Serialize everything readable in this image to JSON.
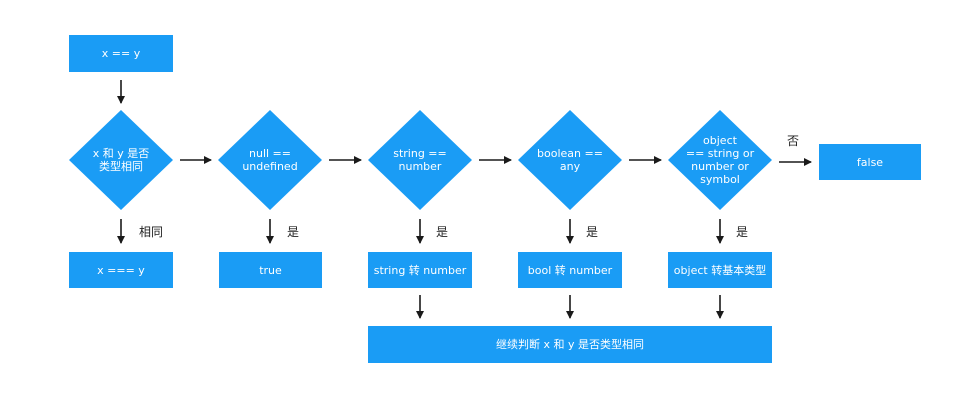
{
  "colors": {
    "node_fill": "#1a9cf5",
    "node_text": "#ffffff",
    "arrow": "#1a1a1a",
    "label": "#222222"
  },
  "nodes": {
    "start": "x == y",
    "decision_same_type": "x 和 y 是否\n类型相同",
    "decision_null_undefined": "null ==\nundefined",
    "decision_string_number": "string ==\nnumber",
    "decision_boolean_any": "boolean ==\nany",
    "decision_object": "object\n== string or\nnumber or\nsymbol",
    "result_false": "false",
    "result_strict_equal": "x === y",
    "result_true": "true",
    "action_string_to_number": "string 转 number",
    "action_bool_to_number": "bool 转 number",
    "action_object_to_primitive": "object 转基本类型",
    "action_continue": "继续判断 x 和 y 是否类型相同"
  },
  "labels": {
    "same": "相同",
    "yes_null": "是",
    "yes_string": "是",
    "yes_boolean": "是",
    "yes_object": "是",
    "no": "否"
  }
}
